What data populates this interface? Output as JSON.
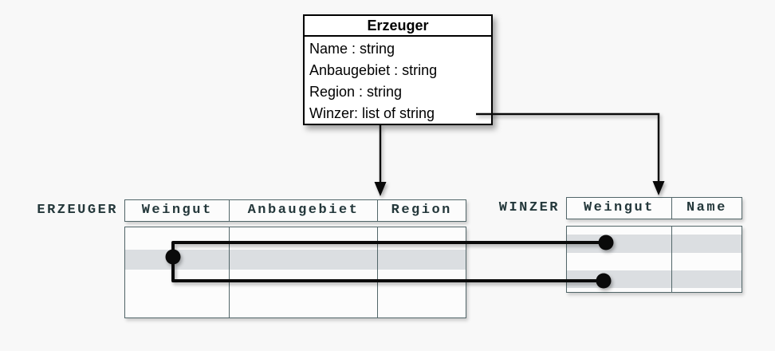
{
  "class_box": {
    "title": "Erzeuger",
    "attributes": [
      "Name : string",
      "Anbaugebiet : string",
      "Region : string",
      "Winzer: list of string"
    ]
  },
  "tables": {
    "erzeuger": {
      "label": "ERZEUGER",
      "columns": [
        "Weingut",
        "Anbaugebiet",
        "Region"
      ]
    },
    "winzer": {
      "label": "WINZER",
      "columns": [
        "Weingut",
        "Name"
      ]
    }
  },
  "colors": {
    "background": "#f8f8f8",
    "table_border": "#526669",
    "table_text": "#24383b",
    "row_stripe": "#dbdee1",
    "connector": "#0a0a0a"
  }
}
